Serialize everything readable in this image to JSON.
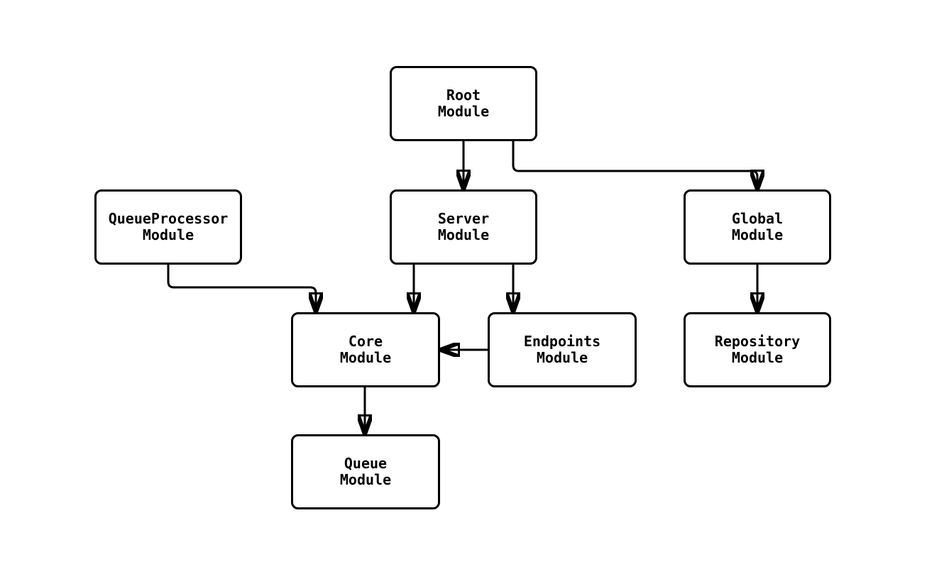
{
  "diagram": {
    "type": "flowchart",
    "colors": {
      "background": "#ffffff",
      "node_fill": "#ffffff",
      "node_border": "#000000",
      "edge": "#000000",
      "text": "#000000"
    },
    "nodes": [
      {
        "id": "root",
        "line1": "Root",
        "line2": "Module"
      },
      {
        "id": "queueprocessor",
        "line1": "QueueProcessor",
        "line2": "Module"
      },
      {
        "id": "server",
        "line1": "Server",
        "line2": "Module"
      },
      {
        "id": "global",
        "line1": "Global",
        "line2": "Module"
      },
      {
        "id": "core",
        "line1": "Core",
        "line2": "Module"
      },
      {
        "id": "endpoints",
        "line1": "Endpoints",
        "line2": "Module"
      },
      {
        "id": "repository",
        "line1": "Repository",
        "line2": "Module"
      },
      {
        "id": "queue",
        "line1": "Queue",
        "line2": "Module"
      }
    ],
    "edges": [
      {
        "from": "Root Module",
        "to": "Server Module"
      },
      {
        "from": "Root Module",
        "to": "Global Module"
      },
      {
        "from": "QueueProcessor Module",
        "to": "Core Module"
      },
      {
        "from": "Server Module",
        "to": "Core Module"
      },
      {
        "from": "Server Module",
        "to": "Endpoints Module"
      },
      {
        "from": "Endpoints Module",
        "to": "Core Module"
      },
      {
        "from": "Global Module",
        "to": "Repository Module"
      },
      {
        "from": "Core Module",
        "to": "Queue Module"
      }
    ]
  }
}
